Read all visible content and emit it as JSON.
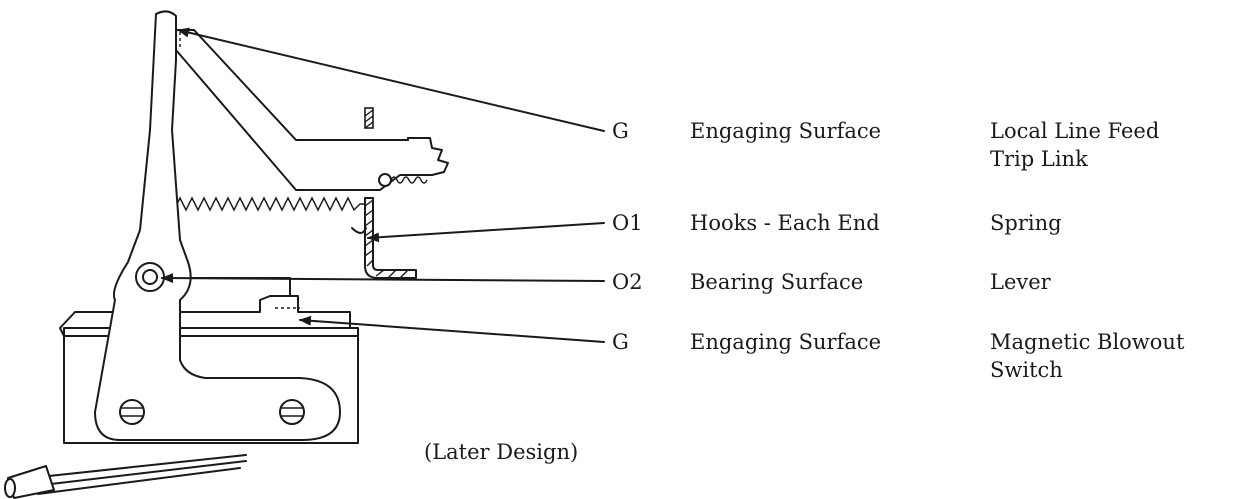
{
  "callouts": [
    {
      "code": "G",
      "point": "Engaging Surface",
      "part": [
        "Local Line Feed",
        "Trip Link"
      ]
    },
    {
      "code": "O1",
      "point": "Hooks - Each End",
      "part": [
        "Spring"
      ]
    },
    {
      "code": "O2",
      "point": "Bearing Surface",
      "part": [
        "Lever"
      ]
    },
    {
      "code": "G",
      "point": "Engaging Surface",
      "part": [
        "Magnetic Blowout",
        "Switch"
      ]
    }
  ],
  "caption": "(Later Design)"
}
